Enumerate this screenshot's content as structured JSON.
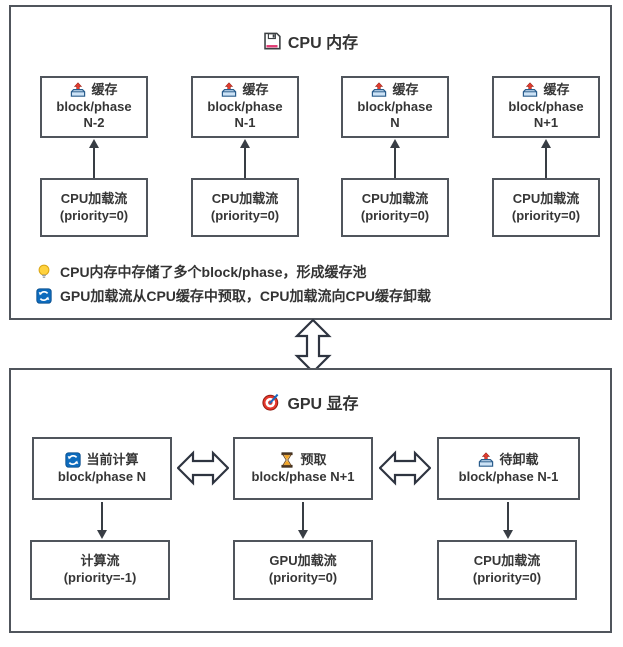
{
  "cpu": {
    "title": "CPU 内存",
    "title_icon": "floppy-disk-icon",
    "cache_boxes": [
      {
        "icon": "outbox-tray-icon",
        "label": "缓存",
        "line2": "block/phase",
        "line3": "N-2"
      },
      {
        "icon": "outbox-tray-icon",
        "label": "缓存",
        "line2": "block/phase",
        "line3": "N-1"
      },
      {
        "icon": "outbox-tray-icon",
        "label": "缓存",
        "line2": "block/phase",
        "line3": "N"
      },
      {
        "icon": "outbox-tray-icon",
        "label": "缓存",
        "line2": "block/phase",
        "line3": "N+1"
      }
    ],
    "stream_boxes": [
      {
        "line1": "CPU加载流",
        "line2": "(priority=0)"
      },
      {
        "line1": "CPU加载流",
        "line2": "(priority=0)"
      },
      {
        "line1": "CPU加载流",
        "line2": "(priority=0)"
      },
      {
        "line1": "CPU加载流",
        "line2": "(priority=0)"
      }
    ],
    "notes": [
      {
        "icon": "light-bulb-icon",
        "text": "CPU内存中存储了多个block/phase，形成缓存池"
      },
      {
        "icon": "refresh-icon",
        "text": "GPU加载流从CPU缓存中预取，CPU加载流向CPU缓存卸载"
      }
    ]
  },
  "gpu": {
    "title": "GPU 显存",
    "title_icon": "dart-icon",
    "state_boxes": [
      {
        "icon": "refresh-icon",
        "label": "当前计算",
        "line2": "block/phase N"
      },
      {
        "icon": "hourglass-icon",
        "label": "预取",
        "line2": "block/phase N+1"
      },
      {
        "icon": "outbox-tray-icon",
        "label": "待卸载",
        "line2": "block/phase N-1"
      }
    ],
    "stream_boxes": [
      {
        "line1": "计算流",
        "line2": "(priority=-1)"
      },
      {
        "line1": "GPU加载流",
        "line2": "(priority=0)"
      },
      {
        "line1": "CPU加载流",
        "line2": "(priority=0)"
      }
    ]
  },
  "colors": {
    "box_border": "#50555c",
    "arrow": "#383d44",
    "text": "#333333",
    "accent_red": "#e5372b",
    "accent_blue": "#0d6bbd",
    "accent_orange": "#f5a623"
  }
}
